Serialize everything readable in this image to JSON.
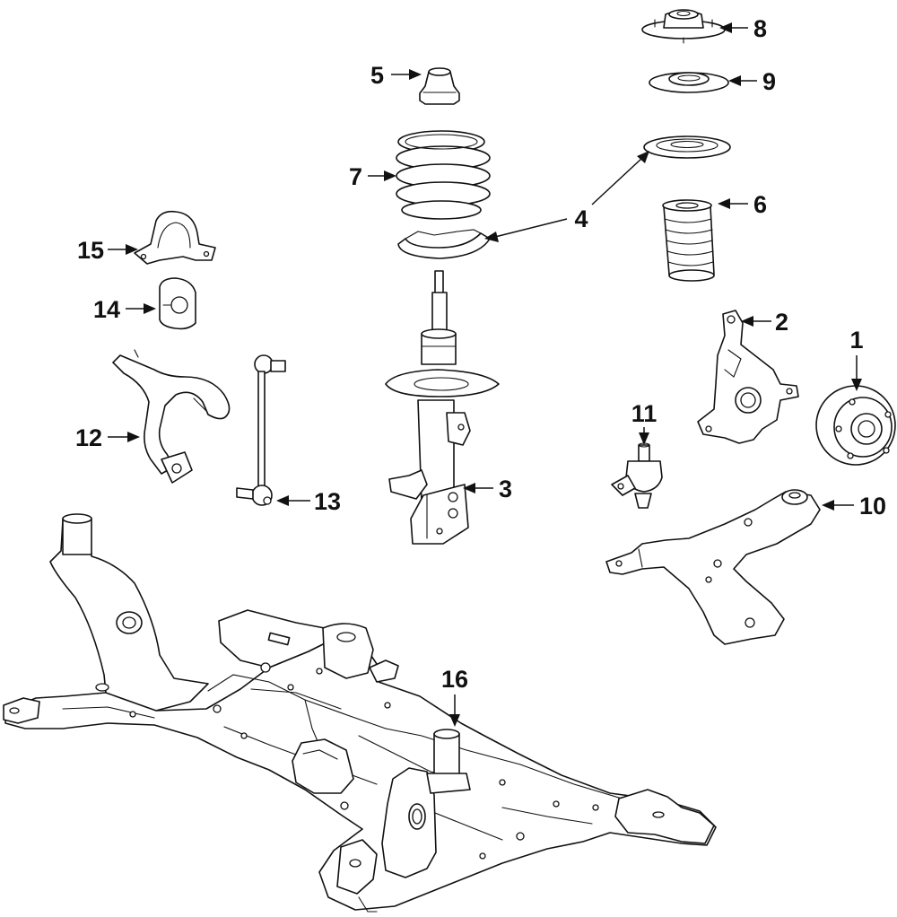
{
  "callouts": [
    "1",
    "2",
    "3",
    "4",
    "5",
    "6",
    "7",
    "8",
    "9",
    "10",
    "11",
    "12",
    "13",
    "14",
    "15",
    "16"
  ],
  "colors": {
    "line": "#111111",
    "background": "#ffffff"
  }
}
